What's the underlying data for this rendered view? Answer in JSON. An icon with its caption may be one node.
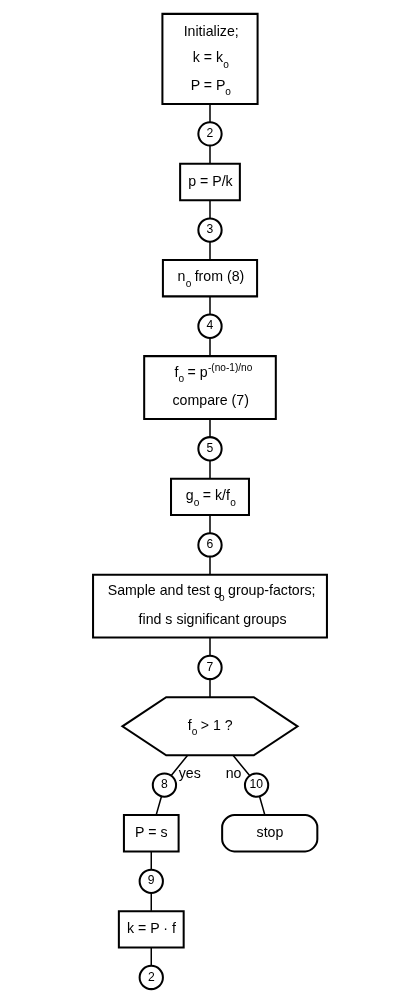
{
  "diagram": {
    "nodes": [
      {
        "text": [
          "Initialize; k = k$_{o}$ P = P$_{o}$"
        ]
      },
      {
        "text": [
          "2"
        ]
      },
      {
        "text": [
          "p = P/k"
        ]
      },
      {
        "text": [
          "3"
        ]
      },
      {
        "text": [
          "n$_{o}$ from (8)"
        ]
      },
      {
        "text": [
          "4"
        ]
      },
      {
        "text": [
          "f$_{o}$ = p$^{-(no-1)/no}$ compare (7)"
        ]
      },
      {
        "text": [
          "5"
        ]
      },
      {
        "text": [
          "g$_{o}$ = k/f$_{o}$"
        ]
      },
      {
        "text": [
          "6"
        ]
      },
      {
        "text": [
          "Sample and test g$_{o}$ group-factors; find s significant groups"
        ]
      },
      {
        "text": [
          "7"
        ]
      },
      {
        "text": [
          "f$_{o}$ > 1 ?"
        ]
      },
      {
        "text": [
          "8"
        ]
      },
      {
        "text": [
          "10"
        ]
      },
      {
        "text": [
          "P = s"
        ]
      },
      {
        "text": [
          "stop"
        ]
      },
      {
        "text": [
          "9"
        ]
      },
      {
        "text": [
          "k = P · f"
        ]
      },
      {
        "text": [
          "2"
        ]
      }
    ],
    "edges": [
      {
        "from": 0,
        "to": 1,
        "arrow": "none"
      },
      {
        "from": 1,
        "to": 2,
        "arrow": "none"
      },
      {
        "from": 2,
        "to": 3,
        "arrow": "none"
      },
      {
        "from": 3,
        "to": 4,
        "arrow": "none"
      },
      {
        "from": 4,
        "to": 5,
        "arrow": "none"
      },
      {
        "from": 5,
        "to": 6,
        "arrow": "none"
      },
      {
        "from": 6,
        "to": 7,
        "arrow": "none"
      },
      {
        "from": 7,
        "to": 8,
        "arrow": "none"
      },
      {
        "from": 8,
        "to": 9,
        "arrow": "none"
      },
      {
        "from": 9,
        "to": 10,
        "arrow": "none"
      },
      {
        "from": 10,
        "to": 11,
        "arrow": "none"
      },
      {
        "from": 11,
        "to": 12,
        "arrow": "none"
      },
      {
        "from": 12,
        "to": 13,
        "arrow": "none",
        "label": "yes"
      },
      {
        "from": 12,
        "to": 14,
        "arrow": "none",
        "label": "no"
      },
      {
        "from": 13,
        "to": 15,
        "arrow": "none"
      },
      {
        "from": 14,
        "to": 16,
        "arrow": "none"
      },
      {
        "from": 15,
        "to": 17,
        "arrow": "none"
      },
      {
        "from": 17,
        "to": 18,
        "arrow": "none"
      },
      {
        "from": 18,
        "to": 19,
        "arrow": "none"
      }
    ]
  }
}
